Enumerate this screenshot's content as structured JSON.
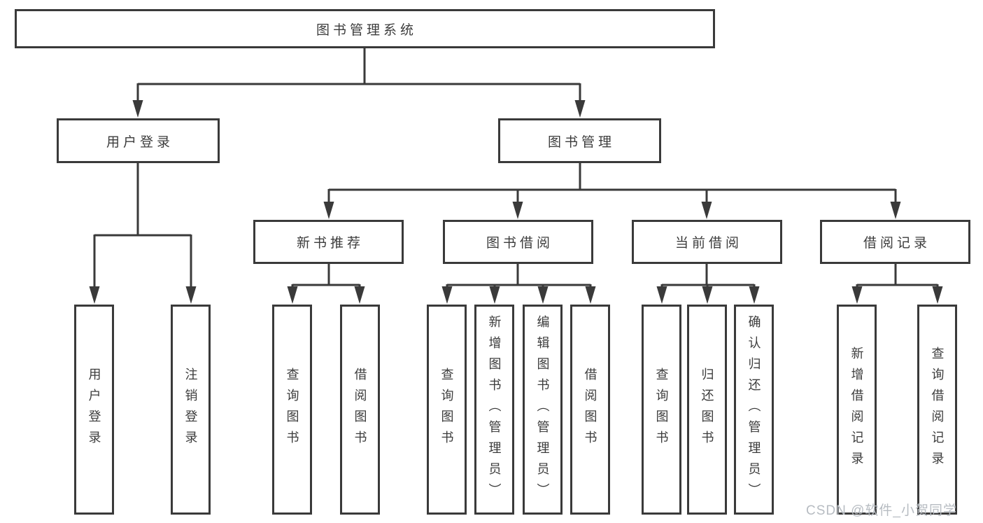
{
  "diagram": {
    "root": "图书管理系统",
    "level2": {
      "user_login": "用户登录",
      "book_management": "图书管理"
    },
    "level3": {
      "new_book": "新书推荐",
      "borrow": "图书借阅",
      "current": "当前借阅",
      "records": "借阅记录"
    },
    "leaves": {
      "user_login": [
        "用户登录",
        "注销登录"
      ],
      "new_book": [
        "查询图书",
        "借阅图书"
      ],
      "borrow": [
        "查询图书",
        "新增图书（管理员）",
        "编辑图书（管理员）",
        "借阅图书"
      ],
      "current": [
        "查询图书",
        "归还图书",
        "确认归还（管理员）"
      ],
      "records": [
        "新增借阅记录",
        "查询借阅记录"
      ]
    }
  },
  "watermark": "CSDN @软件_小贺同学",
  "colors": {
    "line": "#3a3a3a",
    "text": "#3c3c3c",
    "watermark": "#b7bcc2",
    "background": "#ffffff"
  }
}
